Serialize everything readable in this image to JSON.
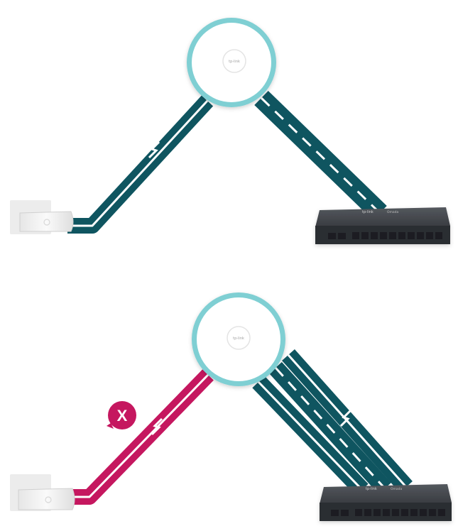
{
  "colors": {
    "background": "#ffffff",
    "link_active": "#0f5560",
    "link_failed": "#c5175f",
    "ap_ring": "#7fcfd3",
    "ap_body": "#ffffff",
    "switch_body": "#3a3d42",
    "switch_port": "#1c1d20",
    "extender_body": "#f3f3f3",
    "fail_badge": "#c5175f"
  },
  "scenes": [
    {
      "name": "scene-normal",
      "access_point": {
        "logo_text": "tp-link",
        "icon": "ceiling-access-point-icon"
      },
      "switch": {
        "logo_text": "tp-link",
        "sub_text": "Omada",
        "icon": "network-switch-icon",
        "ports": 10,
        "sfp_ports": 2
      },
      "extender": {
        "icon": "wall-plug-extender-icon"
      },
      "links": [
        {
          "name": "wireless-link",
          "type": "wireless",
          "status": "active",
          "lanes": 1
        },
        {
          "name": "wired-link",
          "type": "ethernet",
          "status": "active",
          "lanes": 1
        }
      ]
    },
    {
      "name": "scene-failover",
      "access_point": {
        "logo_text": "tp-link",
        "icon": "ceiling-access-point-icon"
      },
      "switch": {
        "logo_text": "tp-link",
        "sub_text": "Omada",
        "icon": "network-switch-icon",
        "ports": 10,
        "sfp_ports": 2
      },
      "extender": {
        "icon": "wall-plug-extender-icon"
      },
      "links": [
        {
          "name": "wireless-link",
          "type": "wireless",
          "status": "failed",
          "lanes": 1
        },
        {
          "name": "wired-link",
          "type": "ethernet",
          "status": "active",
          "lanes": 3,
          "wireless_lane": true
        }
      ],
      "fail_badge": {
        "label": "X",
        "icon": "failure-x-icon"
      }
    }
  ]
}
